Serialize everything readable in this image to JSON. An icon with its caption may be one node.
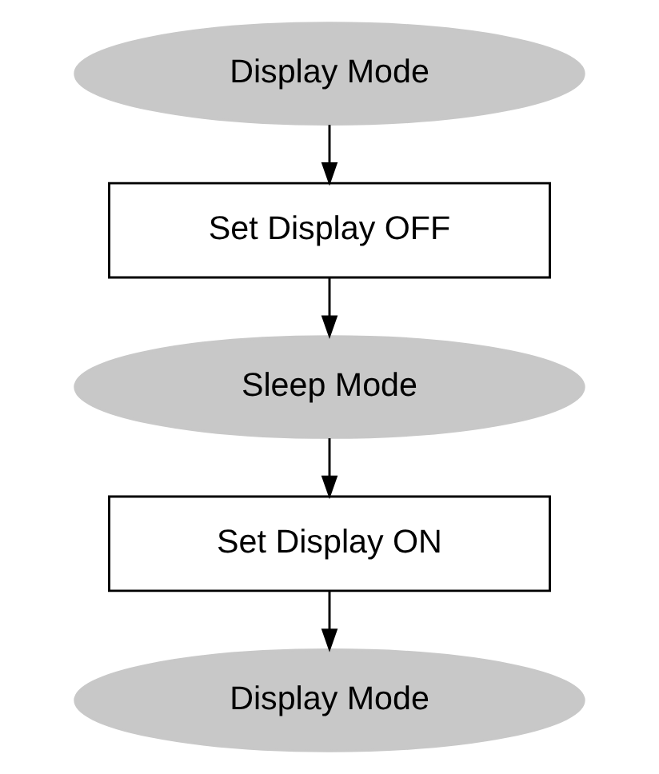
{
  "diagram": {
    "nodes": [
      {
        "text": [
          "Display Mode"
        ]
      },
      {
        "text": [
          "Set Display OFF"
        ]
      },
      {
        "text": [
          "Sleep Mode"
        ]
      },
      {
        "text": [
          "Set Display ON"
        ]
      },
      {
        "text": [
          "Display Mode"
        ]
      }
    ],
    "edges": [
      {
        "from": 0,
        "to": 1,
        "arrow": "to"
      },
      {
        "from": 1,
        "to": 2,
        "arrow": "to"
      },
      {
        "from": 2,
        "to": 3,
        "arrow": "to"
      },
      {
        "from": 3,
        "to": 4,
        "arrow": "to"
      }
    ]
  }
}
